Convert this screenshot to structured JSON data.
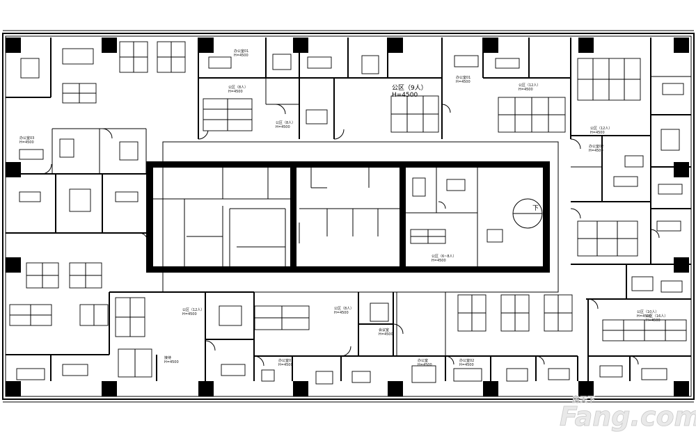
{
  "header_room": {
    "title": "公区（9人）",
    "height": "H=4500"
  },
  "rooms": [
    {
      "name": "办公室01",
      "h": "H=4500"
    },
    {
      "name": "办公室01",
      "h": "H=4500"
    },
    {
      "name": "公区（8人）",
      "h": "H=4500"
    },
    {
      "name": "公区（12人）",
      "h": "H=4500"
    },
    {
      "name": "办公室03",
      "h": "H=4500"
    },
    {
      "name": "公区（8人）",
      "h": "H=4500"
    },
    {
      "name": "公区（12人）",
      "h": "H=4500"
    },
    {
      "name": "办公室02",
      "h": "H=4500"
    },
    {
      "name": "公区（6~8人）",
      "h": "H=4500"
    },
    {
      "name": "公区（12人）",
      "h": "H=4500"
    },
    {
      "name": "公区（8人）",
      "h": "H=4500"
    },
    {
      "name": "公区（10人）",
      "h": "H=4500"
    },
    {
      "name": "会议室",
      "h": "H=4500"
    },
    {
      "name": "办公室01",
      "h": "H=4500"
    },
    {
      "name": "办公室02",
      "h": "H=4500"
    },
    {
      "name": "公区（16人）",
      "h": "H=4500"
    },
    {
      "name": "办公室",
      "h": "H=4500"
    },
    {
      "name": "接待",
      "h": "H=4500"
    }
  ],
  "down_mark": "下",
  "watermark": {
    "brand": "Fang.com",
    "cn": "房天下"
  }
}
